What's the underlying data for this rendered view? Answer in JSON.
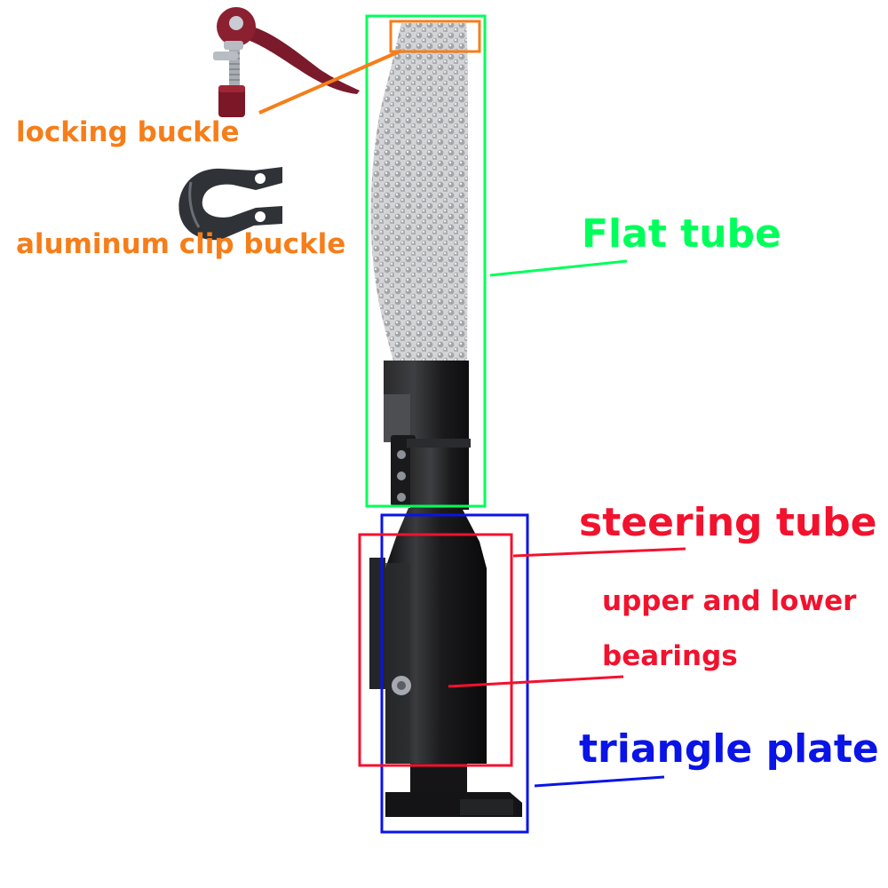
{
  "labels": {
    "locking_buckle": "locking buckle",
    "aluminum_clip_buckle": "aluminum clip buckle",
    "flat_tube": "Flat tube",
    "steering_tube": "steering tube",
    "bearings_line1": "upper and lower",
    "bearings_line2": "bearings",
    "triangle_plate": "triangle plate"
  },
  "colors": {
    "orange": "#f57e1a",
    "green": "#00ff5a",
    "red": "#f2122e",
    "blue": "#0a14e6",
    "tube_black": "#1b1b1d",
    "foam": "#c7c9cc",
    "clamp_lever": "#7a1a2a"
  },
  "components": [
    "locking buckle",
    "aluminum clip buckle",
    "Flat tube",
    "steering tube",
    "upper and lower bearings",
    "triangle plate"
  ]
}
